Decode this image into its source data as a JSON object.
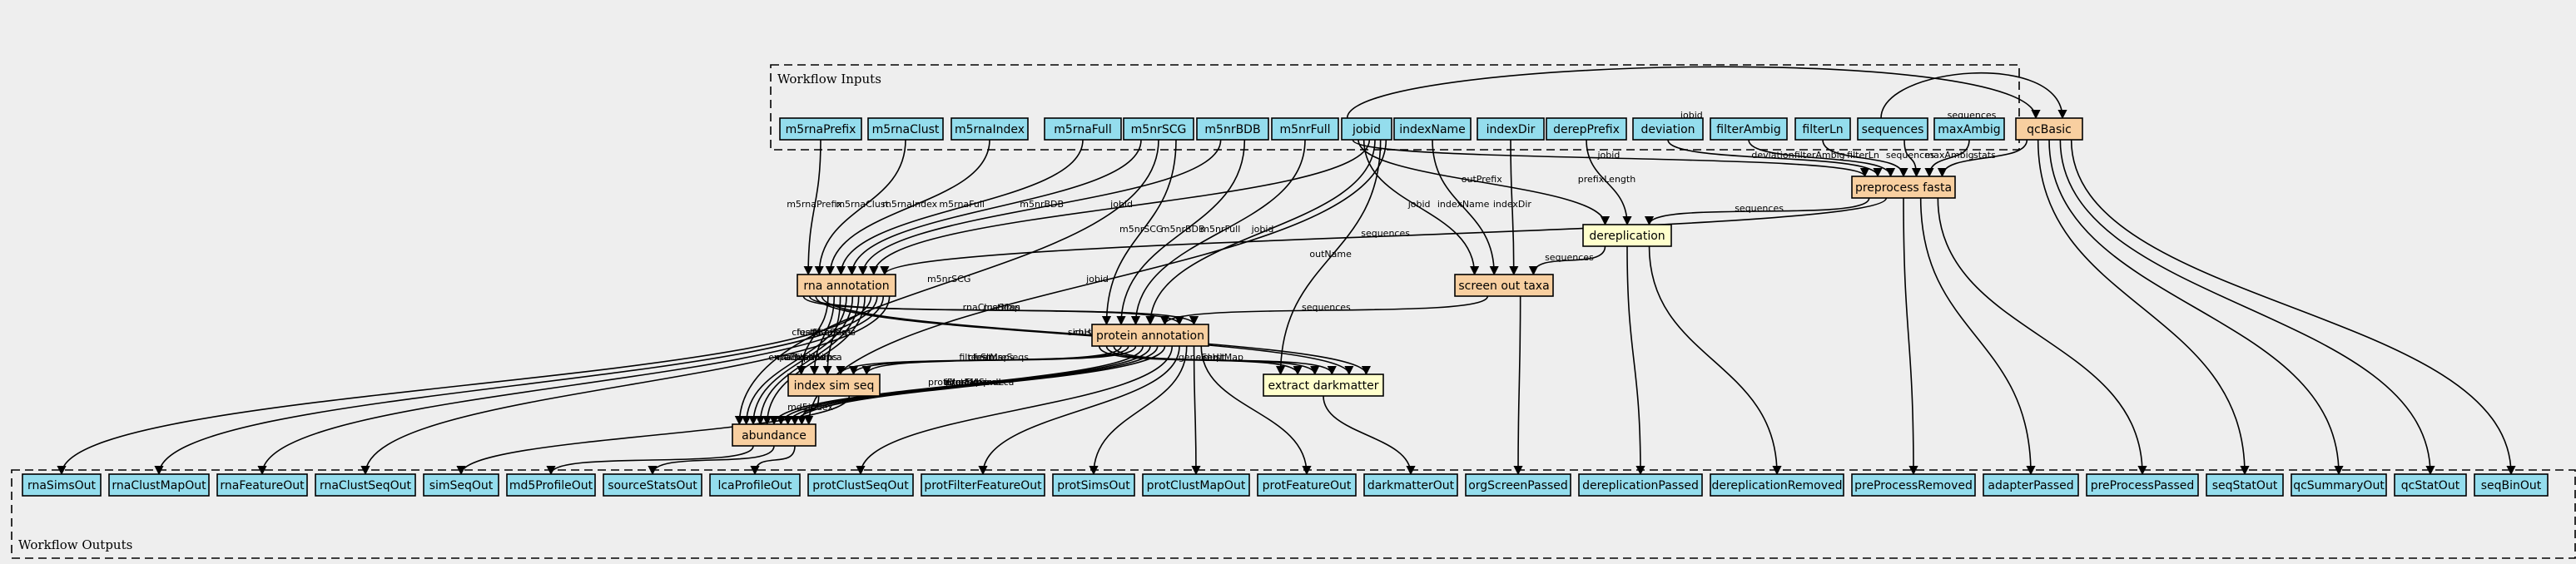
{
  "colors": {
    "io": "#94dded",
    "step": "#f8cfa0",
    "subworkflow": "#ffffcc",
    "background": "#eeeeee",
    "stroke": "#000000"
  },
  "clusters": {
    "inputs_label": "Workflow Inputs",
    "outputs_label": "Workflow Outputs"
  },
  "inputs": [
    "m5rnaPrefix",
    "m5rnaClust",
    "m5rnaIndex",
    "m5rnaFull",
    "m5nrSCG",
    "m5nrBDB",
    "m5nrFull",
    "jobid",
    "indexName",
    "indexDir",
    "derepPrefix",
    "deviation",
    "filterAmbig",
    "filterLn",
    "sequences",
    "maxAmbig"
  ],
  "steps": [
    {
      "id": "qcBasic",
      "label": "qcBasic",
      "kind": "step"
    },
    {
      "id": "preprocess",
      "label": "preprocess fasta",
      "kind": "step"
    },
    {
      "id": "dereplication",
      "label": "dereplication",
      "kind": "subworkflow"
    },
    {
      "id": "screen",
      "label": "screen out taxa",
      "kind": "step"
    },
    {
      "id": "rna",
      "label": "rna annotation",
      "kind": "step"
    },
    {
      "id": "protein",
      "label": "protein annotation",
      "kind": "step"
    },
    {
      "id": "indexsim",
      "label": "index sim seq",
      "kind": "step"
    },
    {
      "id": "extract",
      "label": "extract darkmatter",
      "kind": "subworkflow"
    },
    {
      "id": "abundance",
      "label": "abundance",
      "kind": "step"
    }
  ],
  "outputs": [
    "rnaSimsOut",
    "rnaClustMapOut",
    "rnaFeatureOut",
    "rnaClustSeqOut",
    "simSeqOut",
    "md5ProfileOut",
    "sourceStatsOut",
    "lcaProfileOut",
    "protClustSeqOut",
    "protFilterFeatureOut",
    "protSimsOut",
    "protClustMapOut",
    "protFeatureOut",
    "darkmatterOut",
    "orgScreenPassed",
    "dereplicationPassed",
    "dereplicationRemoved",
    "preProcessRemoved",
    "adapterPassed",
    "preProcessPassed",
    "seqStatOut",
    "qcSummaryOut",
    "qcStatOut",
    "seqBinOut"
  ],
  "edges": [
    {
      "from": "m5rnaPrefix",
      "to": "rna",
      "label": "m5rnaPrefix"
    },
    {
      "from": "m5rnaClust",
      "to": "rna",
      "label": "m5rnaClust"
    },
    {
      "from": "m5rnaIndex",
      "to": "rna",
      "label": "m5rnaIndex"
    },
    {
      "from": "m5rnaFull",
      "to": "rna",
      "label": "m5rnaFull"
    },
    {
      "from": "m5nrSCG",
      "to": "rna",
      "label": ""
    },
    {
      "from": "m5nrBDB",
      "to": "rna",
      "label": "m5nrBDB"
    },
    {
      "from": "m5nrSCG",
      "to": "abundance",
      "label": "m5nrSCG"
    },
    {
      "from": "m5nrSCG",
      "to": "protein",
      "label": "m5nrSCG"
    },
    {
      "from": "m5nrBDB",
      "to": "protein",
      "label": "m5nrBDB"
    },
    {
      "from": "m5nrFull",
      "to": "protein",
      "label": "m5nrFull"
    },
    {
      "from": "jobid",
      "to": "qcBasic",
      "label": "jobid"
    },
    {
      "from": "sequences",
      "to": "qcBasic",
      "label": "sequences"
    },
    {
      "from": "jobid",
      "to": "preprocess",
      "label": "jobid"
    },
    {
      "from": "deviation",
      "to": "preprocess",
      "label": "deviation"
    },
    {
      "from": "filterAmbig",
      "to": "preprocess",
      "label": "filterAmbig"
    },
    {
      "from": "filterLn",
      "to": "preprocess",
      "label": "filterLn"
    },
    {
      "from": "sequences",
      "to": "preprocess",
      "label": "sequences"
    },
    {
      "from": "maxAmbig",
      "to": "preprocess",
      "label": "maxAmbig"
    },
    {
      "from": "qcBasic",
      "to": "preprocess",
      "label": "stats"
    },
    {
      "from": "jobid",
      "to": "dereplication",
      "label": "outPrefix"
    },
    {
      "from": "derepPrefix",
      "to": "dereplication",
      "label": "prefixLength"
    },
    {
      "from": "preprocess",
      "to": "dereplication",
      "label": "sequences"
    },
    {
      "from": "jobid",
      "to": "screen",
      "label": "jobid"
    },
    {
      "from": "indexName",
      "to": "screen",
      "label": "indexName"
    },
    {
      "from": "indexDir",
      "to": "screen",
      "label": "indexDir"
    },
    {
      "from": "dereplication",
      "to": "screen",
      "label": "sequences"
    },
    {
      "from": "jobid",
      "to": "rna",
      "label": "jobid"
    },
    {
      "from": "preprocess",
      "to": "rna",
      "label": "sequences"
    },
    {
      "from": "jobid",
      "to": "protein",
      "label": "jobid"
    },
    {
      "from": "screen",
      "to": "protein",
      "label": "sequences"
    },
    {
      "from": "rna",
      "to": "protein",
      "label": "rnaClustMap"
    },
    {
      "from": "rna",
      "to": "protein",
      "label": "rnaSims"
    },
    {
      "from": "jobid",
      "to": "extract",
      "label": "outName"
    },
    {
      "from": "protein",
      "to": "extract",
      "label": "geneSeq"
    },
    {
      "from": "protein",
      "to": "extract",
      "label": "simHit"
    },
    {
      "from": "protein",
      "to": "extract",
      "label": "clustMap"
    },
    {
      "from": "rna",
      "to": "extract",
      "label": "simHit"
    },
    {
      "from": "rna",
      "to": "extract",
      "label": "clustMap"
    },
    {
      "from": "rna",
      "to": "indexsim",
      "label": "clustMaps"
    },
    {
      "from": "rna",
      "to": "indexsim",
      "label": "featureSeqs"
    },
    {
      "from": "rna",
      "to": "indexsim",
      "label": "filterSims"
    },
    {
      "from": "protein",
      "to": "indexsim",
      "label": "filterSims"
    },
    {
      "from": "protein",
      "to": "indexsim",
      "label": "clustMaps"
    },
    {
      "from": "protein",
      "to": "indexsim",
      "label": "featureSeqs"
    },
    {
      "from": "rna",
      "to": "abundance",
      "label": "expandSims"
    },
    {
      "from": "rna",
      "to": "abundance",
      "label": "rnaClustMap"
    },
    {
      "from": "rna",
      "to": "abundance",
      "label": "rnaExpandLca"
    },
    {
      "from": "rna",
      "to": "abundance",
      "label": "filterSims"
    },
    {
      "from": "protein",
      "to": "abundance",
      "label": "protClustMap"
    },
    {
      "from": "protein",
      "to": "abundance",
      "label": "filterSims"
    },
    {
      "from": "protein",
      "to": "abundance",
      "label": "expandSims"
    },
    {
      "from": "protein",
      "to": "abundance",
      "label": "protExpandLca"
    },
    {
      "from": "indexsim",
      "to": "abundance",
      "label": "md5index"
    },
    {
      "from": "jobid",
      "to": "abundance",
      "label": "jobid"
    },
    {
      "from": "rna",
      "to": "rnaSimsOut",
      "label": ""
    },
    {
      "from": "rna",
      "to": "rnaClustMapOut",
      "label": ""
    },
    {
      "from": "rna",
      "to": "rnaFeatureOut",
      "label": ""
    },
    {
      "from": "rna",
      "to": "rnaClustSeqOut",
      "label": ""
    },
    {
      "from": "indexsim",
      "to": "simSeqOut",
      "label": ""
    },
    {
      "from": "abundance",
      "to": "md5ProfileOut",
      "label": ""
    },
    {
      "from": "abundance",
      "to": "sourceStatsOut",
      "label": ""
    },
    {
      "from": "abundance",
      "to": "lcaProfileOut",
      "label": ""
    },
    {
      "from": "protein",
      "to": "protClustSeqOut",
      "label": ""
    },
    {
      "from": "protein",
      "to": "protFilterFeatureOut",
      "label": ""
    },
    {
      "from": "protein",
      "to": "protSimsOut",
      "label": ""
    },
    {
      "from": "protein",
      "to": "protClustMapOut",
      "label": ""
    },
    {
      "from": "protein",
      "to": "protFeatureOut",
      "label": ""
    },
    {
      "from": "extract",
      "to": "darkmatterOut",
      "label": ""
    },
    {
      "from": "screen",
      "to": "orgScreenPassed",
      "label": ""
    },
    {
      "from": "dereplication",
      "to": "dereplicationPassed",
      "label": ""
    },
    {
      "from": "dereplication",
      "to": "dereplicationRemoved",
      "label": ""
    },
    {
      "from": "preprocess",
      "to": "preProcessRemoved",
      "label": ""
    },
    {
      "from": "preprocess",
      "to": "adapterPassed",
      "label": ""
    },
    {
      "from": "preprocess",
      "to": "preProcessPassed",
      "label": ""
    },
    {
      "from": "qcBasic",
      "to": "seqStatOut",
      "label": ""
    },
    {
      "from": "qcBasic",
      "to": "qcSummaryOut",
      "label": ""
    },
    {
      "from": "qcBasic",
      "to": "qcStatOut",
      "label": ""
    },
    {
      "from": "qcBasic",
      "to": "seqBinOut",
      "label": ""
    }
  ]
}
